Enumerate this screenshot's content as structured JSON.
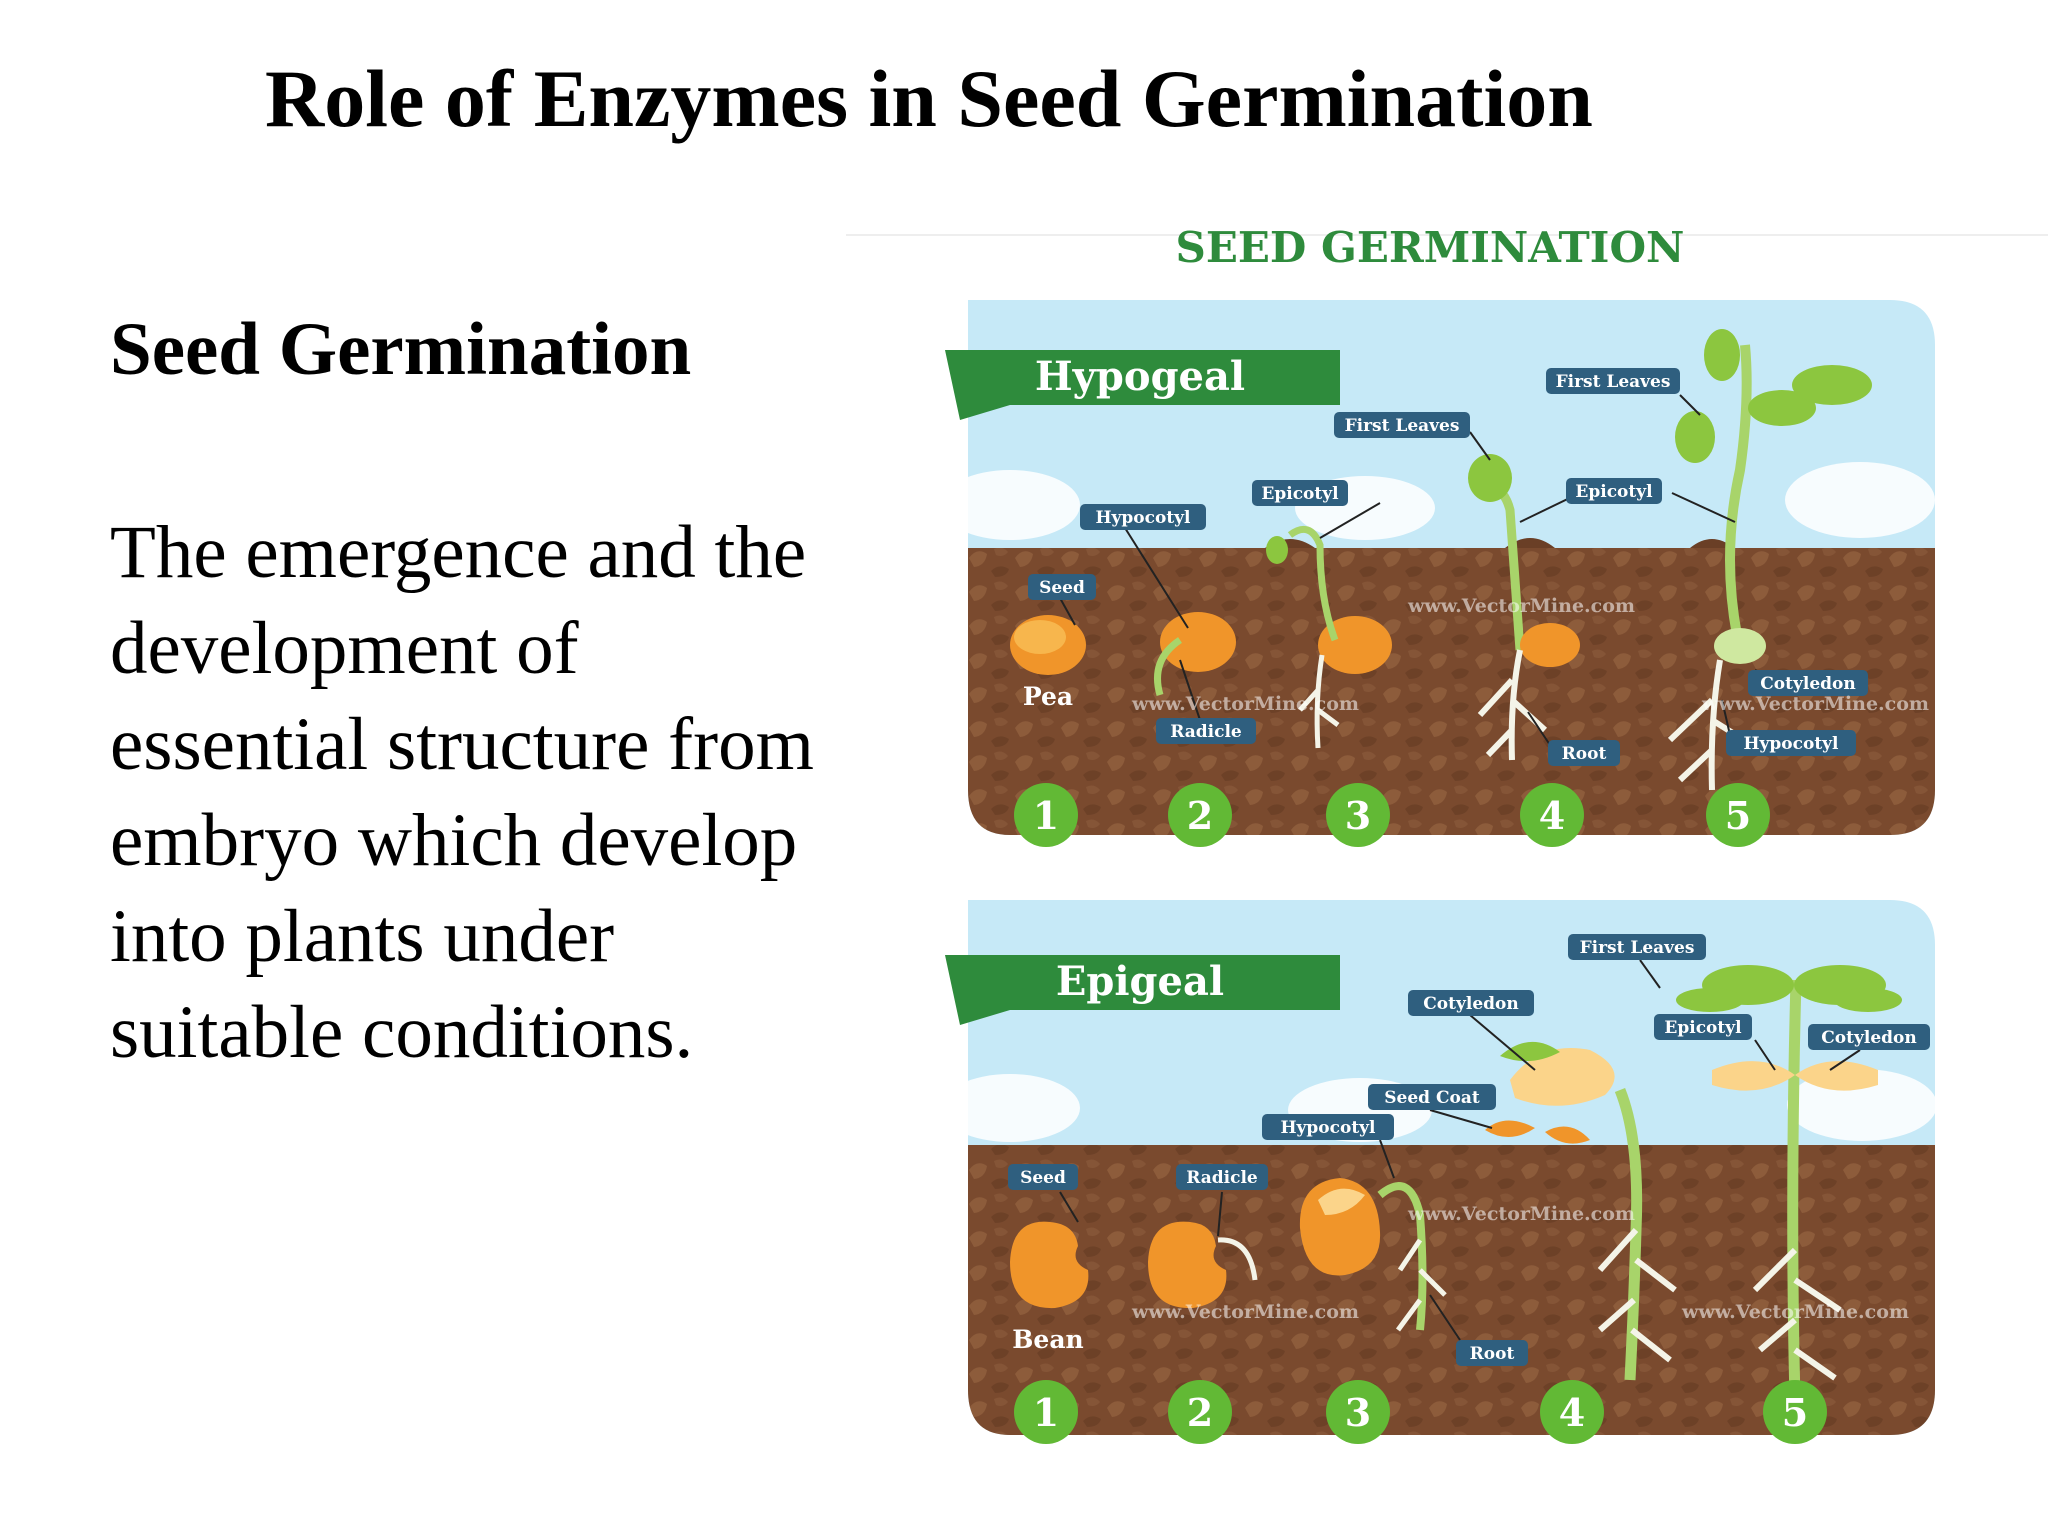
{
  "slide": {
    "title": "Role of Enzymes in Seed Germination",
    "heading": "Seed Germination",
    "body": "The emergence and the development of essential structure from embryo which develop into plants under suitable conditions."
  },
  "diagram": {
    "title": "SEED GERMINATION",
    "watermark": "www.VectorMine.com",
    "hypogeal": {
      "label": "Hypogeal",
      "seed_name": "Pea",
      "labels": {
        "seed": "Seed",
        "hypocotyl_1": "Hypocotyl",
        "radicle": "Radicle",
        "epicotyl_1": "Epicotyl",
        "first_leaves_1": "First Leaves",
        "epicotyl_2": "Epicotyl",
        "root": "Root",
        "first_leaves_2": "First Leaves",
        "cotyledon": "Cotyledon",
        "hypocotyl_2": "Hypocotyl"
      },
      "steps": [
        "1",
        "2",
        "3",
        "4",
        "5"
      ]
    },
    "epigeal": {
      "label": "Epigeal",
      "seed_name": "Bean",
      "labels": {
        "seed": "Seed",
        "radicle": "Radicle",
        "hypocotyl": "Hypocotyl",
        "seed_coat": "Seed Coat",
        "cotyledon_1": "Cotyledon",
        "root": "Root",
        "first_leaves": "First Leaves",
        "epicotyl": "Epicotyl",
        "cotyledon_2": "Cotyledon"
      },
      "steps": [
        "1",
        "2",
        "3",
        "4",
        "5"
      ]
    },
    "colors": {
      "sky": "#c6e9f7",
      "soil": "#7a4a2e",
      "stone": "#93613f",
      "banner": "#2e8b3c",
      "step_badge": "#62b935",
      "label_box": "#2f5f7f",
      "title": "#2e8b3c",
      "seed": "#f0952a",
      "leaf": "#8cc63f",
      "stem": "#a8d46a",
      "root": "#f4f4e8"
    }
  }
}
